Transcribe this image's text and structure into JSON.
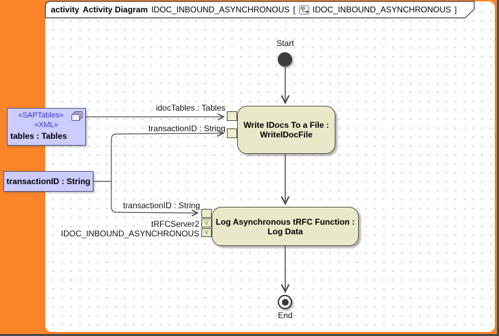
{
  "frame": {
    "keyword": "activity",
    "diagram_type": "Activity Diagram",
    "diagram_name": "IDOC_INBOUND_ASYNCHRONOUS",
    "open_bracket": "[",
    "context_name": "IDOC_INBOUND_ASYNCHRONOUS",
    "close_bracket": "]"
  },
  "nodes": {
    "start": {
      "label": "Start"
    },
    "end": {
      "label": "End"
    },
    "write_idocs": {
      "label": "Write IDocs To a File : WriteIDocFile"
    },
    "log_trfc": {
      "label": "Log Asynchronous tRFC Function : Log Data"
    },
    "tables_param": {
      "stereotype1": "«SAPTables»",
      "stereotype2": "«XML»",
      "name": "tables : Tables"
    },
    "transaction_param": {
      "name": "transactionID : String"
    }
  },
  "edge_labels": {
    "idoc_tables": "idocTables : Tables",
    "transaction_to_write": "transactionID : String",
    "transaction_to_log": "transactionID : String"
  },
  "pins": {
    "trfc_server_label": "tRFCServer2",
    "idoc_inbound_label": "IDOC_INBOUND_ASYNCHRONOUS",
    "value_pin_glyph": "V"
  },
  "colors": {
    "frame_orange": "#FA8428",
    "canvas_white": "#FFFFFF",
    "activity_fill": "#E9E9C9",
    "activity_border": "#52523E",
    "object_fill": "#CCCCFF",
    "object_border": "#54547E",
    "stereotype_blue": "#3A3AC8",
    "edge_gray": "#4D4D4D",
    "final_node": "#3B3B3B"
  }
}
